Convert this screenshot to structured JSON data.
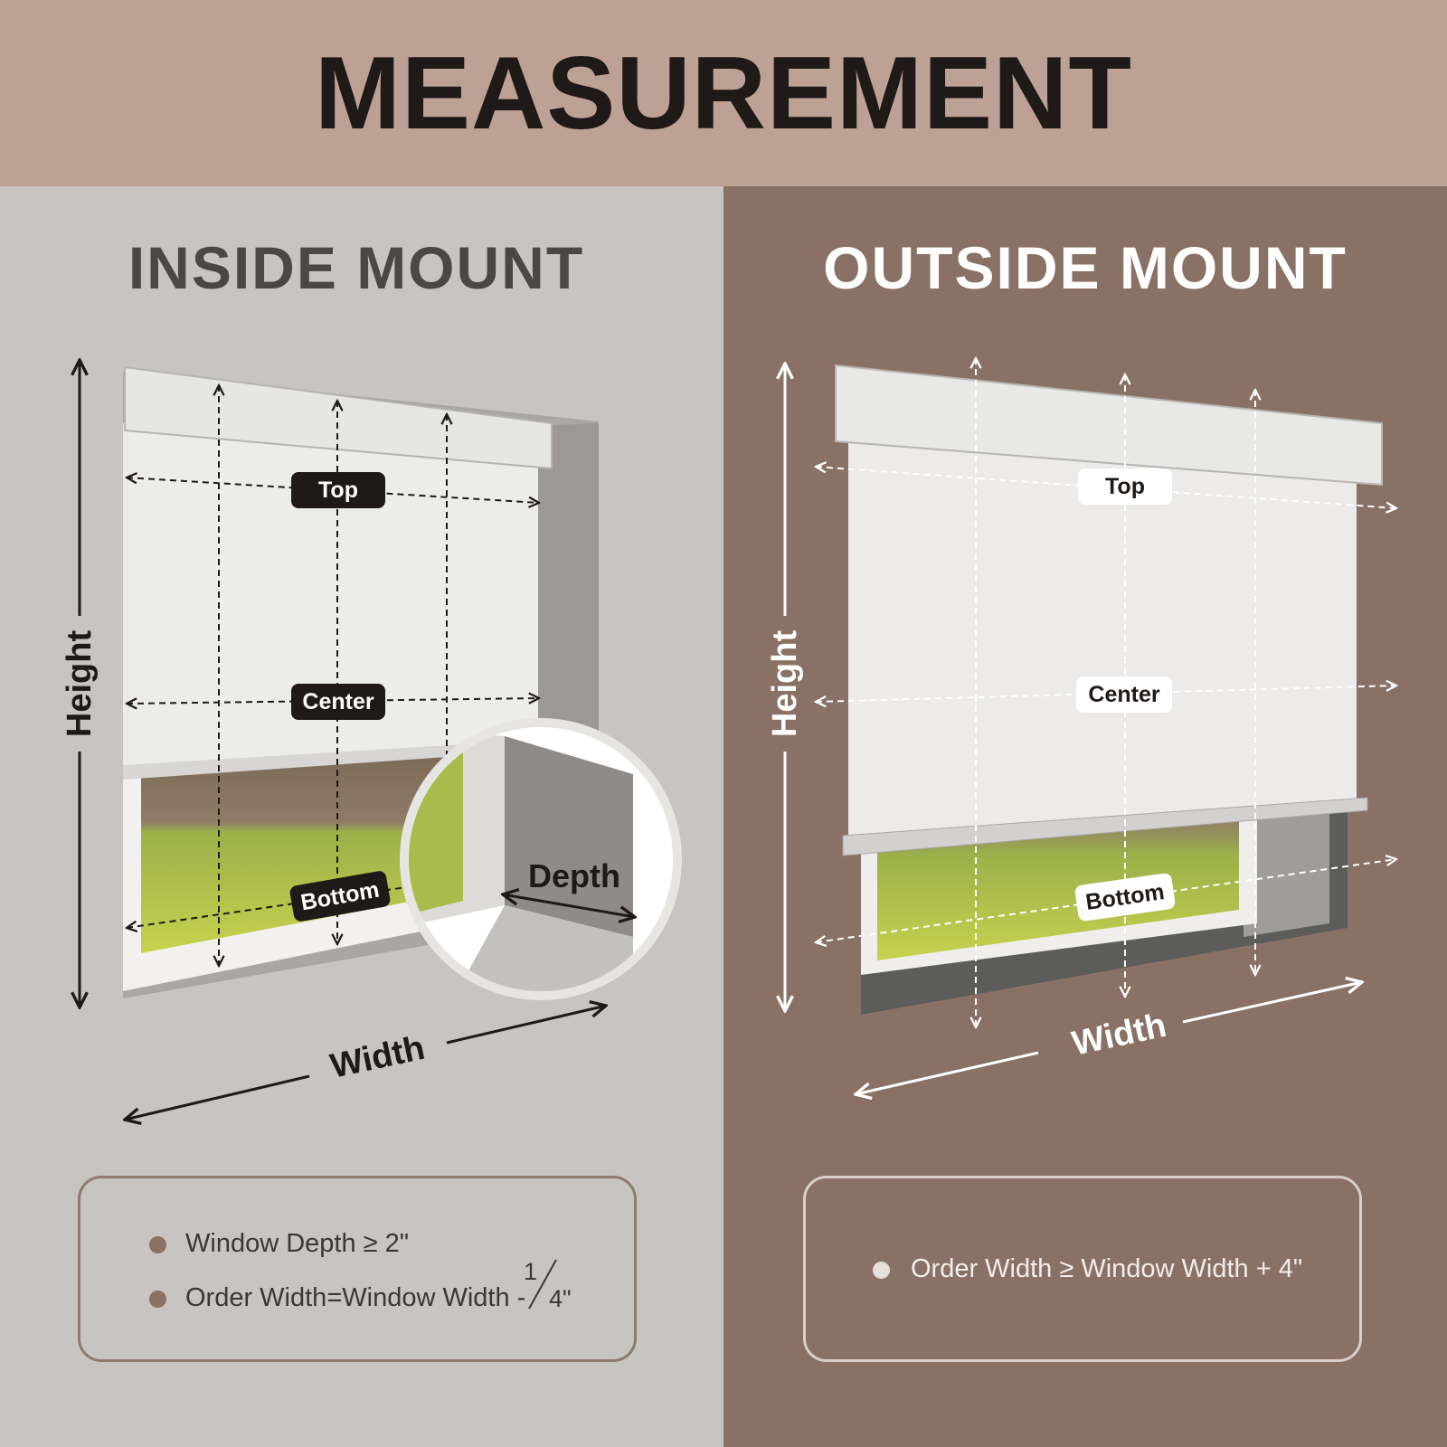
{
  "title": "MEASUREMENT",
  "colors": {
    "banner": "#bda194",
    "inside_bg": "#c8c4bf",
    "outside_bg": "#8a7165"
  },
  "inside": {
    "heading": "INSIDE MOUNT",
    "labels": {
      "top": "Top",
      "center": "Center",
      "bottom": "Bottom",
      "depth": "Depth",
      "width": "Width",
      "height": "Height"
    },
    "notes": [
      "Window Depth ≥ 2\"",
      "Order Width=Window Width -"
    ],
    "fraction": {
      "numerator": "1",
      "denominator": "4\""
    }
  },
  "outside": {
    "heading": "OUTSIDE MOUNT",
    "labels": {
      "top": "Top",
      "center": "Center",
      "bottom": "Bottom",
      "width": "Width",
      "height": "Height"
    },
    "notes": [
      "Order Width ≥ Window Width + 4\""
    ]
  }
}
